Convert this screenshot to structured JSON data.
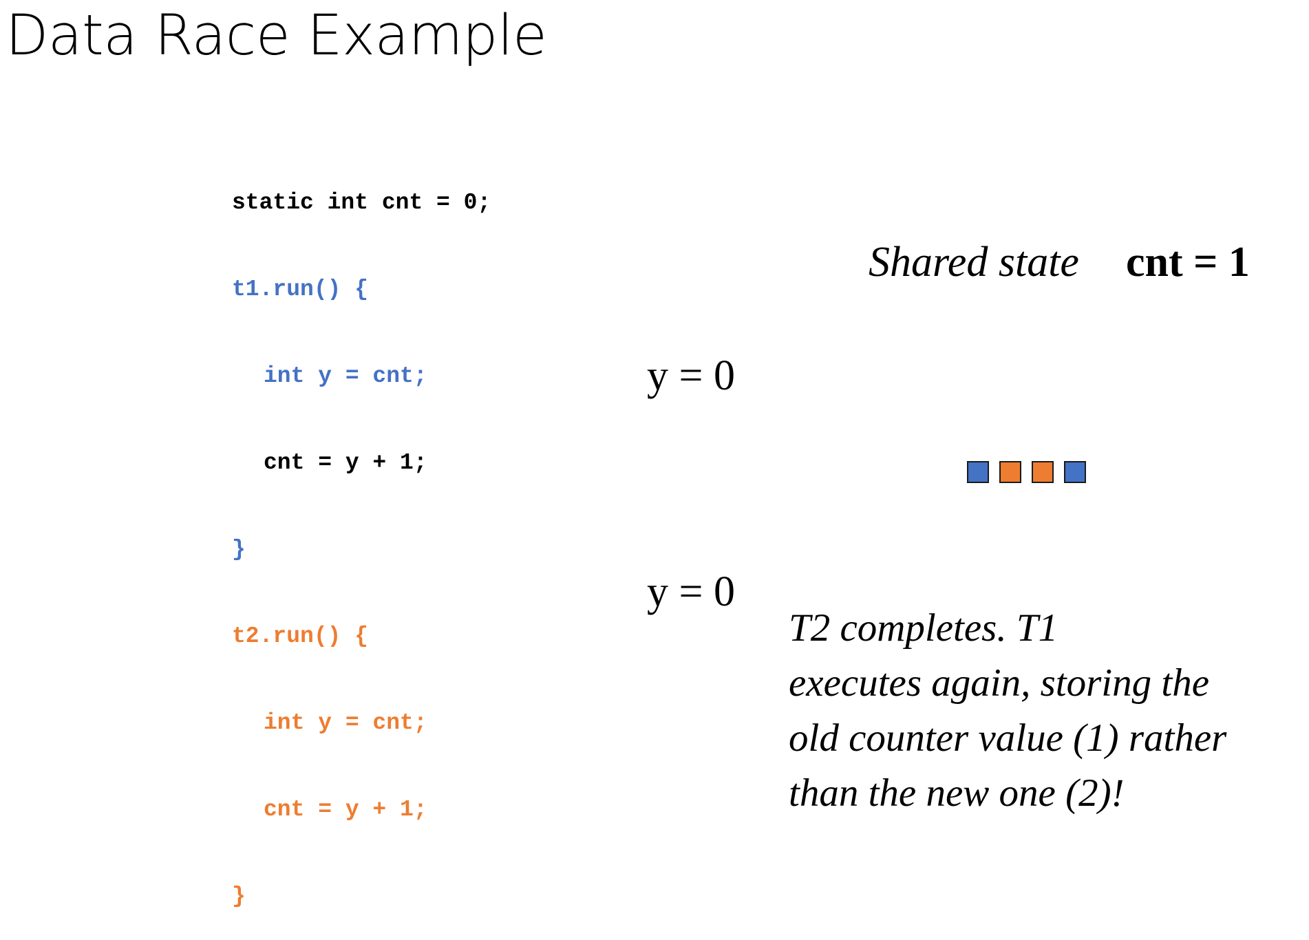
{
  "title": "Data Race Example",
  "code": {
    "lines": [
      {
        "text": "static int cnt = 0;",
        "color": "black",
        "indent": false
      },
      {
        "text": "t1.run() {",
        "color": "blue",
        "indent": false
      },
      {
        "text": "int y = cnt;",
        "color": "blue",
        "indent": true
      },
      {
        "text": "cnt = y + 1;",
        "color": "black",
        "indent": true
      },
      {
        "text": "}",
        "color": "blue",
        "indent": false
      },
      {
        "text": "t2.run() {",
        "color": "orange",
        "indent": false
      },
      {
        "text": "int y = cnt;",
        "color": "orange",
        "indent": true
      },
      {
        "text": "cnt = y + 1;",
        "color": "orange",
        "indent": true
      },
      {
        "text": "}",
        "color": "orange",
        "indent": false
      }
    ]
  },
  "shared_state": {
    "label": "Shared state",
    "value": "cnt = 1"
  },
  "thread_locals": {
    "t1_y": "y = 0",
    "t2_y": "y = 0"
  },
  "schedule_squares": [
    "blue",
    "orange",
    "orange",
    "blue"
  ],
  "explanation": {
    "lines": [
      "T2 completes.  T1",
      "executes again, storing the",
      "old counter value (1) rather",
      "than the new one (2)!"
    ]
  },
  "colors": {
    "blue": "#4472C4",
    "orange": "#ED7D31",
    "black": "#000000"
  }
}
